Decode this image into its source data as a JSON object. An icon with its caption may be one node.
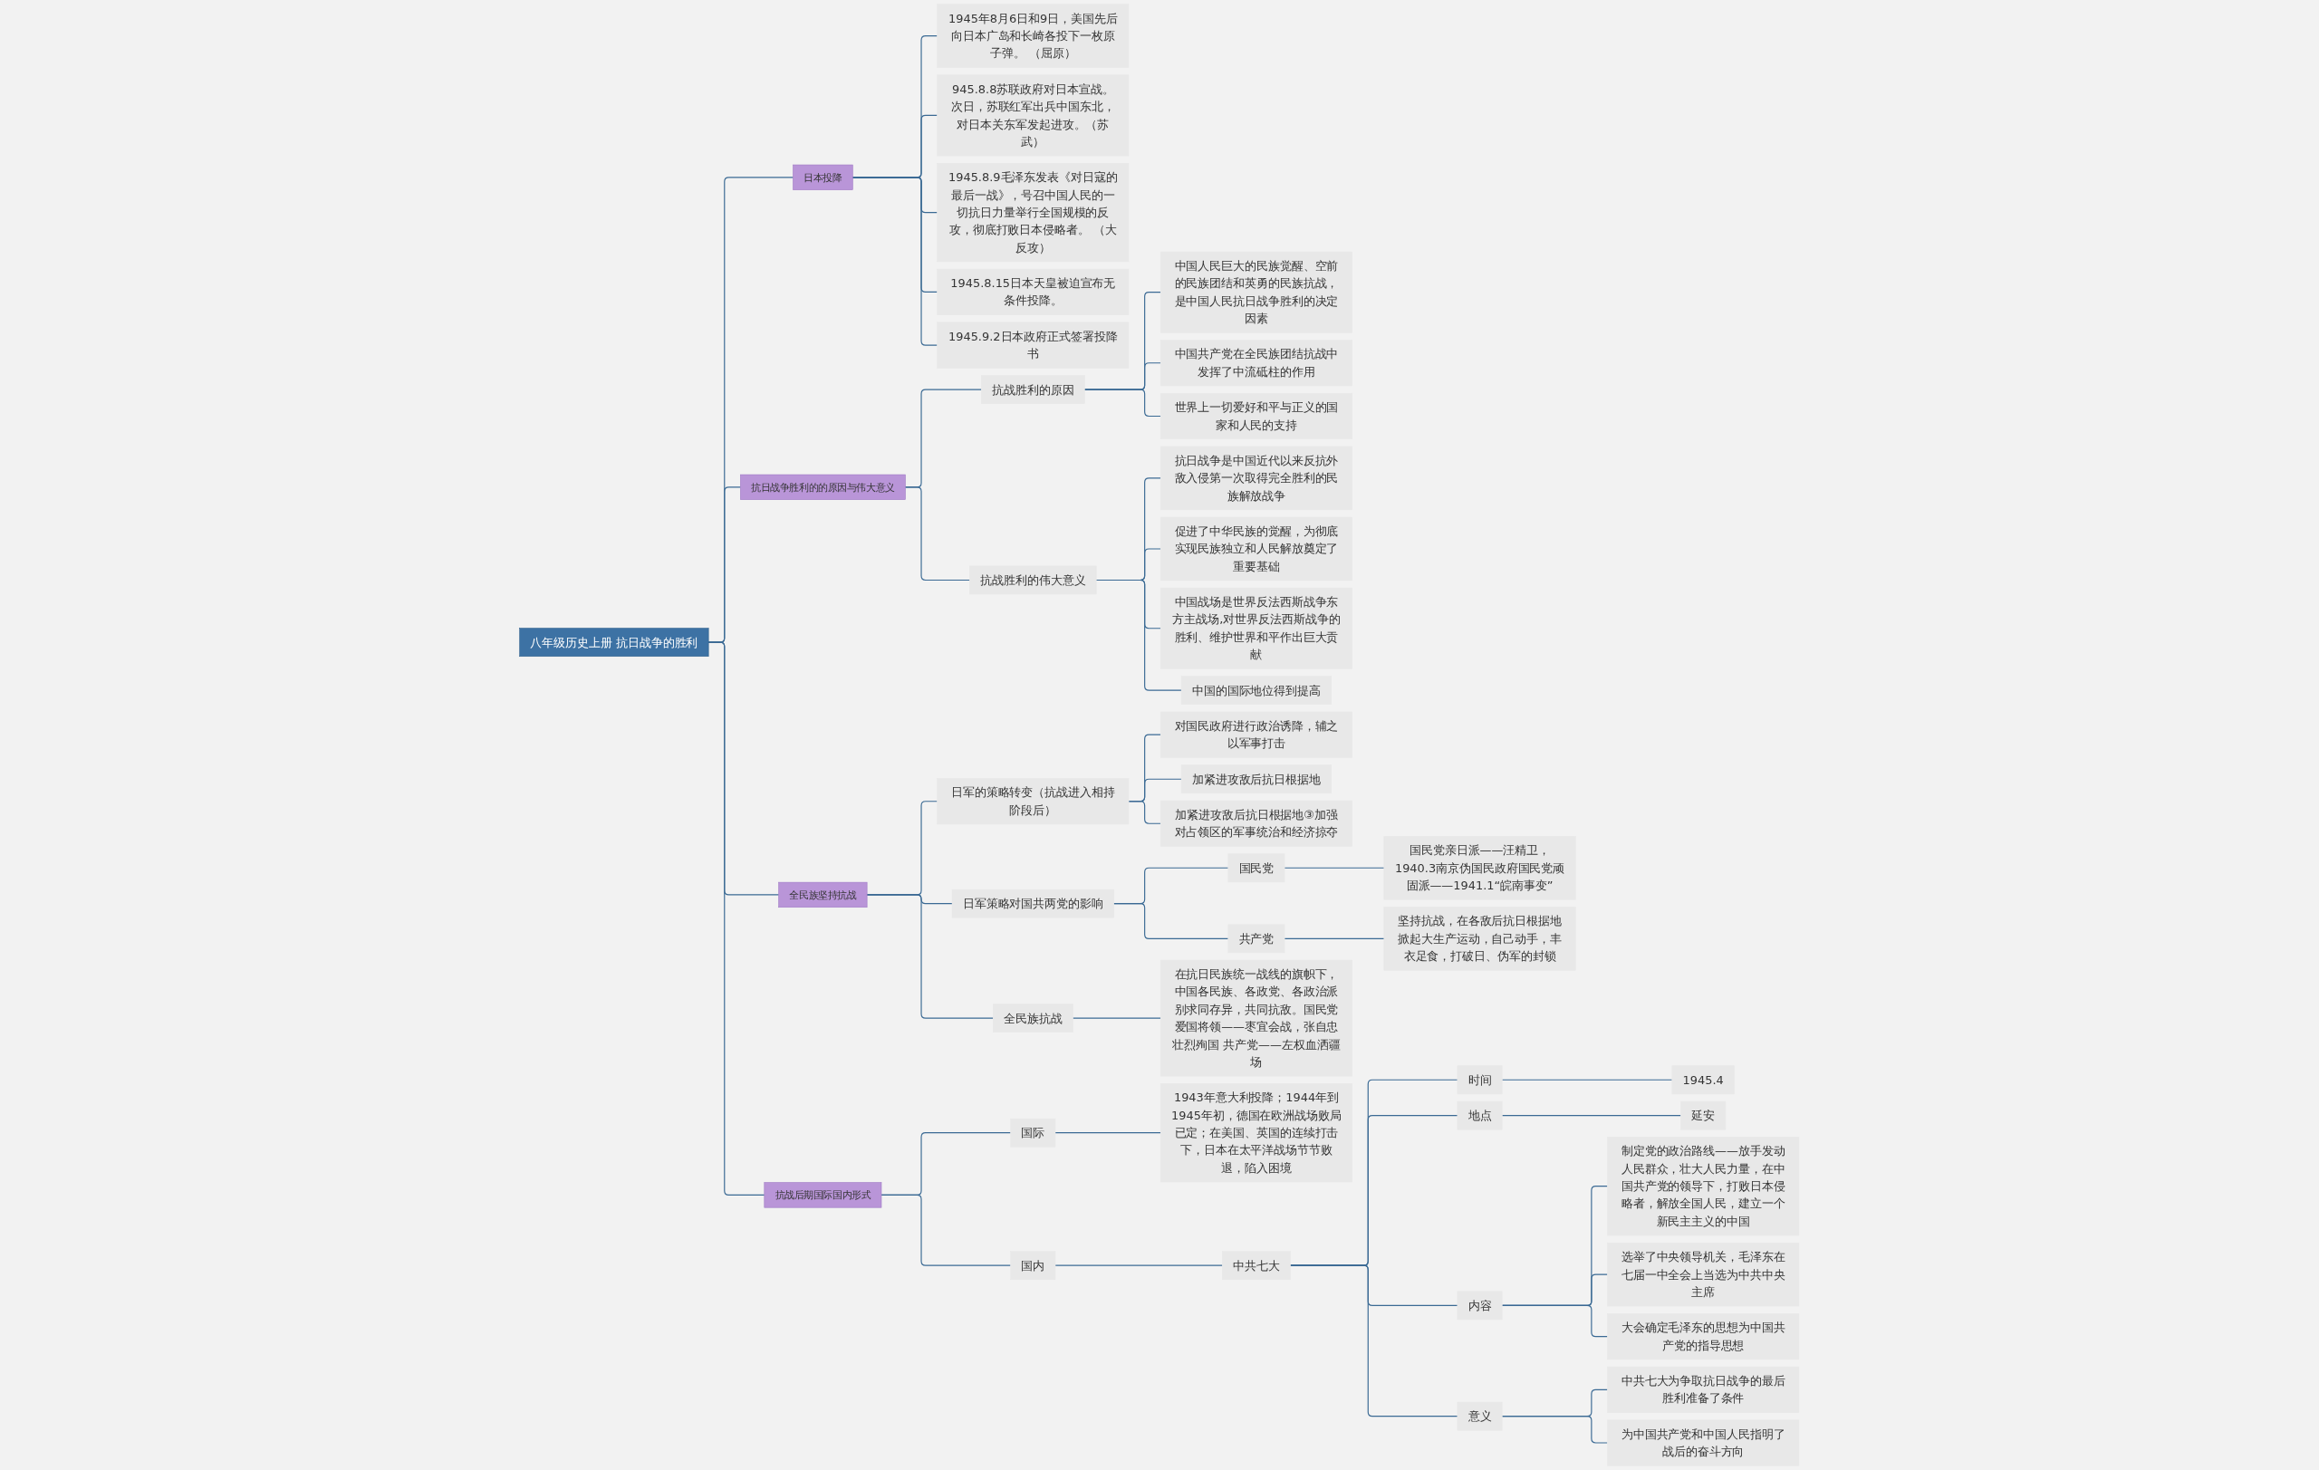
{
  "diagram": {
    "nodes": [
      {
        "text": [
          "八年级历史上册 抗日战争的胜利"
        ]
      },
      {
        "text": [
          "日本投降"
        ]
      },
      {
        "text": [
          "1945年8月6日和9日，美国先后向日本广岛和长崎各投下一枚原子弹。 （屈原）"
        ]
      },
      {
        "text": [
          "945.8.8苏联政府对日本宣战。次日，苏联红军出兵中国东北，对日本关东军发起进攻。（苏武）"
        ]
      },
      {
        "text": [
          "1945.8.9毛泽东发表《对日寇的最后一战》，号召中国人民的一切抗日力量举行全国规模的反攻，彻底打败日本侵略者。 （大反攻）"
        ]
      },
      {
        "text": [
          "1945.8.15日本天皇被迫宣布无条件投降。"
        ]
      },
      {
        "text": [
          "1945.9.2日本政府正式签署投降书"
        ]
      },
      {
        "text": [
          "抗日战争胜利的的原因与伟大意义"
        ]
      },
      {
        "text": [
          "抗战胜利的原因"
        ]
      },
      {
        "text": [
          "中国人民巨大的民族觉醒、空前的民族团结和英勇的民族抗战，是中国人民抗日战争胜利的决定因素"
        ]
      },
      {
        "text": [
          "中国共产党在全民族团结抗战中发挥了中流砥柱的作用"
        ]
      },
      {
        "text": [
          "世界上一切爱好和平与正义的国家和人民的支持"
        ]
      },
      {
        "text": [
          "抗战胜利的伟大意义"
        ]
      },
      {
        "text": [
          "抗日战争是中国近代以来反抗外敌入侵第一次取得完全胜利的民族解放战争"
        ]
      },
      {
        "text": [
          "促进了中华民族的觉醒，为彻底实现民族独立和人民解放奠定了重要基础"
        ]
      },
      {
        "text": [
          "中国战场是世界反法西斯战争东方主战场,对世界反法西斯战争的胜利、维护世界和平作出巨大贡献"
        ]
      },
      {
        "text": [
          "中国的国际地位得到提高"
        ]
      },
      {
        "text": [
          "全民族坚持抗战"
        ]
      },
      {
        "text": [
          "日军的策略转变（抗战进入相持阶段后）"
        ]
      },
      {
        "text": [
          "对国民政府进行政治诱降，辅之以军事打击"
        ]
      },
      {
        "text": [
          "加紧进攻敌后抗日根据地"
        ]
      },
      {
        "text": [
          "加紧进攻敌后抗日根据地③加强对占领区的军事统治和经济掠夺"
        ]
      },
      {
        "text": [
          "日军策略对国共两党的影响"
        ]
      },
      {
        "text": [
          "国民党"
        ]
      },
      {
        "text": [
          "国民党亲日派——汪精卫，1940.3南京伪国民政府国民党顽固派——1941.1“皖南事变”"
        ]
      },
      {
        "text": [
          "共产党"
        ]
      },
      {
        "text": [
          "坚持抗战，在各敌后抗日根据地掀起大生产运动，自己动手，丰衣足食，打破日、伪军的封锁"
        ]
      },
      {
        "text": [
          "全民族抗战"
        ]
      },
      {
        "text": [
          "在抗日民族统一战线的旗帜下，中国各民族、各政党、各政治派别求同存异，共同抗敌。国民党爱国将领——枣宜会战，张自忠壮烈殉国 共产党——左权血洒疆场"
        ]
      },
      {
        "text": [
          "抗战后期国际国内形式"
        ]
      },
      {
        "text": [
          "国际"
        ]
      },
      {
        "text": [
          "1943年意大利投降；1944年到1945年初，德国在欧洲战场败局已定；在美国、英国的连续打击下，日本在太平洋战场节节败退，陷入困境"
        ]
      },
      {
        "text": [
          "国内"
        ]
      },
      {
        "text": [
          "中共七大"
        ]
      },
      {
        "text": [
          "时间"
        ]
      },
      {
        "text": [
          "1945.4"
        ]
      },
      {
        "text": [
          "地点"
        ]
      },
      {
        "text": [
          "延安"
        ]
      },
      {
        "text": [
          "内容"
        ]
      },
      {
        "text": [
          "制定党的政治路线——放手发动人民群众，壮大人民力量，在中国共产党的领导下，打败日本侵略者，解放全国人民，建立一个新民主主义的中国"
        ]
      },
      {
        "text": [
          "选举了中央领导机关，毛泽东在七届一中全会上当选为中共中央主席"
        ]
      },
      {
        "text": [
          "大会确定毛泽东的思想为中国共产党的指导思想"
        ]
      },
      {
        "text": [
          "意义"
        ]
      },
      {
        "text": [
          "中共七大为争取抗日战争的最后胜利准备了条件"
        ]
      },
      {
        "text": [
          "为中国共产党和中国人民指明了战后的奋斗方向"
        ]
      }
    ],
    "edges": [
      {
        "from": 0,
        "to": 1,
        "arrow": "none"
      },
      {
        "from": 1,
        "to": 2,
        "arrow": "none"
      },
      {
        "from": 1,
        "to": 3,
        "arrow": "none"
      },
      {
        "from": 1,
        "to": 4,
        "arrow": "none"
      },
      {
        "from": 1,
        "to": 5,
        "arrow": "none"
      },
      {
        "from": 1,
        "to": 6,
        "arrow": "none"
      },
      {
        "from": 0,
        "to": 7,
        "arrow": "none"
      },
      {
        "from": 7,
        "to": 8,
        "arrow": "none"
      },
      {
        "from": 8,
        "to": 9,
        "arrow": "none"
      },
      {
        "from": 8,
        "to": 10,
        "arrow": "none"
      },
      {
        "from": 8,
        "to": 11,
        "arrow": "none"
      },
      {
        "from": 7,
        "to": 12,
        "arrow": "none"
      },
      {
        "from": 12,
        "to": 13,
        "arrow": "none"
      },
      {
        "from": 12,
        "to": 14,
        "arrow": "none"
      },
      {
        "from": 12,
        "to": 15,
        "arrow": "none"
      },
      {
        "from": 12,
        "to": 16,
        "arrow": "none"
      },
      {
        "from": 0,
        "to": 17,
        "arrow": "none"
      },
      {
        "from": 17,
        "to": 18,
        "arrow": "none"
      },
      {
        "from": 18,
        "to": 19,
        "arrow": "none"
      },
      {
        "from": 18,
        "to": 20,
        "arrow": "none"
      },
      {
        "from": 18,
        "to": 21,
        "arrow": "none"
      },
      {
        "from": 17,
        "to": 22,
        "arrow": "none"
      },
      {
        "from": 22,
        "to": 23,
        "arrow": "none"
      },
      {
        "from": 23,
        "to": 24,
        "arrow": "none"
      },
      {
        "from": 22,
        "to": 25,
        "arrow": "none"
      },
      {
        "from": 25,
        "to": 26,
        "arrow": "none"
      },
      {
        "from": 17,
        "to": 27,
        "arrow": "none"
      },
      {
        "from": 27,
        "to": 28,
        "arrow": "none"
      },
      {
        "from": 0,
        "to": 29,
        "arrow": "none"
      },
      {
        "from": 29,
        "to": 30,
        "arrow": "none"
      },
      {
        "from": 30,
        "to": 31,
        "arrow": "none"
      },
      {
        "from": 29,
        "to": 32,
        "arrow": "none"
      },
      {
        "from": 32,
        "to": 33,
        "arrow": "none"
      },
      {
        "from": 33,
        "to": 34,
        "arrow": "none"
      },
      {
        "from": 34,
        "to": 35,
        "arrow": "none"
      },
      {
        "from": 33,
        "to": 36,
        "arrow": "none"
      },
      {
        "from": 36,
        "to": 37,
        "arrow": "none"
      },
      {
        "from": 33,
        "to": 38,
        "arrow": "none"
      },
      {
        "from": 38,
        "to": 39,
        "arrow": "none"
      },
      {
        "from": 38,
        "to": 40,
        "arrow": "none"
      },
      {
        "from": 38,
        "to": 41,
        "arrow": "none"
      },
      {
        "from": 33,
        "to": 42,
        "arrow": "none"
      },
      {
        "from": 42,
        "to": 43,
        "arrow": "none"
      },
      {
        "from": 42,
        "to": 44,
        "arrow": "none"
      }
    ]
  }
}
